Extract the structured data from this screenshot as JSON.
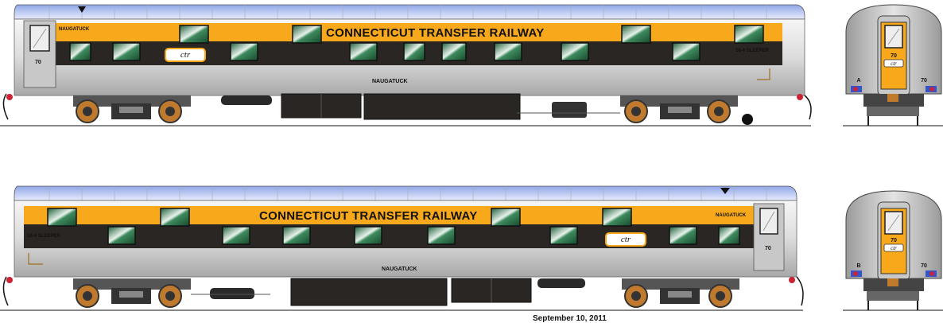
{
  "car_top": {
    "railroad_name": "CONNECTICUT TRANSFER RAILWAY",
    "car_name_upper": "NAUGATUCK",
    "car_name_side": "NAUGATUCK",
    "car_number": "70",
    "car_type": "16-4 SLEEPER",
    "logo_text": "ctr"
  },
  "car_bottom": {
    "railroad_name": "CONNECTICUT TRANSFER RAILWAY",
    "car_name_upper": "NAUGATUCK",
    "car_name_side": "NAUGATUCK",
    "car_number": "70",
    "car_type": "16-4 SLEEPER",
    "logo_text": "ctr"
  },
  "end_top": {
    "number_door": "70",
    "number_side": "70",
    "letter": "A",
    "logo_text": "ctr"
  },
  "end_bottom": {
    "number_door": "70",
    "number_side": "70",
    "letter": "B",
    "logo_text": "ctr"
  },
  "date_caption": "September 10, 2011",
  "colors": {
    "stripe_yellow": "#f7a81b",
    "band_black": "#2a2623",
    "roof_blue": "#b4c4f0",
    "silver_light": "#f4f4f4",
    "silver_dark": "#9a9a9a",
    "window_green": "#2f7a52"
  }
}
